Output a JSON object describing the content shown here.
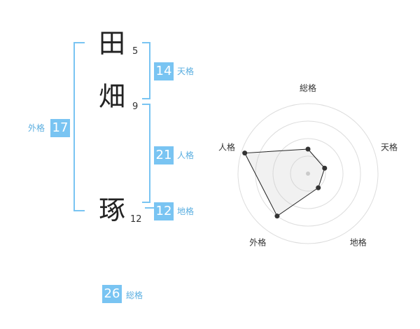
{
  "name": {
    "chars": [
      {
        "char": "田",
        "strokes": "5"
      },
      {
        "char": "畑",
        "strokes": "9"
      },
      {
        "char": "琢",
        "strokes": "12"
      }
    ]
  },
  "kakusu": {
    "tenkaku": {
      "value": "14",
      "label": "天格"
    },
    "jinkaku": {
      "value": "21",
      "label": "人格"
    },
    "chikaku": {
      "value": "12",
      "label": "地格"
    },
    "gaikaku": {
      "value": "17",
      "label": "外格"
    },
    "soukaku": {
      "value": "26",
      "label": "総格"
    }
  },
  "colors": {
    "accent": "#79c4f2",
    "accent_text": "#5aaee0"
  },
  "chart_data": {
    "type": "radar",
    "axes": [
      "総格",
      "天格",
      "地格",
      "外格",
      "人格"
    ],
    "rings": 4,
    "values": [
      0.35,
      0.25,
      0.25,
      0.75,
      0.95
    ],
    "range": [
      0,
      1
    ]
  }
}
